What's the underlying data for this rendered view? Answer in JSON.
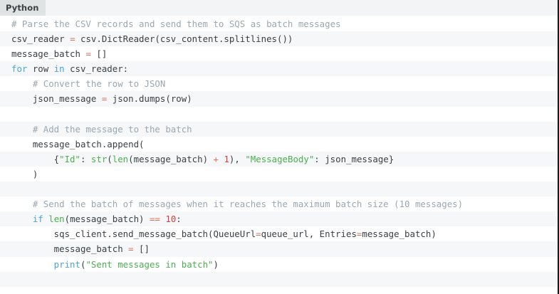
{
  "header": {
    "language_label": "Python"
  },
  "colors": {
    "background": "#ffffff",
    "stripe": "#f6f7f8",
    "header_bar": "#f3f4f5",
    "tab_bg": "#dfe3e4",
    "plain_text": "#3a3f44",
    "comment": "#9aa7b2",
    "keyword": "#4aa3dc",
    "builtin": "#4caf50",
    "string": "#4caf50",
    "number": "#e03a3a",
    "operator": "#e0705a",
    "border": "#1a1a1a"
  },
  "code": {
    "language": "Python",
    "plain_text": "# Parse the CSV records and send them to SQS as batch messages\ncsv_reader = csv.DictReader(csv_content.splitlines())\nmessage_batch = []\nfor row in csv_reader:\n    # Convert the row to JSON\n    json_message = json.dumps(row)\n\n    # Add the message to the batch\n    message_batch.append(\n        {\"Id\": str(len(message_batch) + 1), \"MessageBody\": json_message}\n    )\n\n    # Send the batch of messages when it reaches the maximum batch size (10 messages)\n    if len(message_batch) == 10:\n        sqs_client.send_message_batch(QueueUrl=queue_url, Entries=message_batch)\n        message_batch = []\n        print(\"Sent messages in batch\")",
    "lines": [
      {
        "n": 1,
        "tokens": [
          {
            "t": "comment",
            "s": "# Parse the CSV records and send them to SQS as batch messages"
          }
        ]
      },
      {
        "n": 2,
        "tokens": [
          {
            "t": "plain",
            "s": "csv_reader "
          },
          {
            "t": "op",
            "s": "="
          },
          {
            "t": "plain",
            "s": " csv.DictReader(csv_content.splitlines())"
          }
        ]
      },
      {
        "n": 3,
        "tokens": [
          {
            "t": "plain",
            "s": "message_batch "
          },
          {
            "t": "op",
            "s": "="
          },
          {
            "t": "plain",
            "s": " []"
          }
        ]
      },
      {
        "n": 4,
        "tokens": [
          {
            "t": "keyword",
            "s": "for"
          },
          {
            "t": "plain",
            "s": " row "
          },
          {
            "t": "keyword",
            "s": "in"
          },
          {
            "t": "plain",
            "s": " csv_reader:"
          }
        ]
      },
      {
        "n": 5,
        "tokens": [
          {
            "t": "comment",
            "s": "    # Convert the row to JSON"
          }
        ]
      },
      {
        "n": 6,
        "tokens": [
          {
            "t": "plain",
            "s": "    json_message "
          },
          {
            "t": "op",
            "s": "="
          },
          {
            "t": "plain",
            "s": " json.dumps(row)"
          }
        ]
      },
      {
        "n": 7,
        "tokens": [
          {
            "t": "plain",
            "s": ""
          }
        ]
      },
      {
        "n": 8,
        "tokens": [
          {
            "t": "comment",
            "s": "    # Add the message to the batch"
          }
        ]
      },
      {
        "n": 9,
        "tokens": [
          {
            "t": "plain",
            "s": "    message_batch.append("
          }
        ]
      },
      {
        "n": 10,
        "tokens": [
          {
            "t": "plain",
            "s": "        {"
          },
          {
            "t": "string",
            "s": "\"Id\""
          },
          {
            "t": "plain",
            "s": ": "
          },
          {
            "t": "builtin",
            "s": "str"
          },
          {
            "t": "plain",
            "s": "("
          },
          {
            "t": "builtin",
            "s": "len"
          },
          {
            "t": "plain",
            "s": "(message_batch) "
          },
          {
            "t": "op",
            "s": "+"
          },
          {
            "t": "plain",
            "s": " "
          },
          {
            "t": "number",
            "s": "1"
          },
          {
            "t": "plain",
            "s": "), "
          },
          {
            "t": "string",
            "s": "\"MessageBody\""
          },
          {
            "t": "plain",
            "s": ": json_message}"
          }
        ]
      },
      {
        "n": 11,
        "tokens": [
          {
            "t": "plain",
            "s": "    )"
          }
        ]
      },
      {
        "n": 12,
        "tokens": [
          {
            "t": "plain",
            "s": ""
          }
        ]
      },
      {
        "n": 13,
        "tokens": [
          {
            "t": "comment",
            "s": "    # Send the batch of messages when it reaches the maximum batch size (10 messages)"
          }
        ]
      },
      {
        "n": 14,
        "tokens": [
          {
            "t": "plain",
            "s": "    "
          },
          {
            "t": "keyword",
            "s": "if"
          },
          {
            "t": "plain",
            "s": " "
          },
          {
            "t": "builtin",
            "s": "len"
          },
          {
            "t": "plain",
            "s": "(message_batch) "
          },
          {
            "t": "op",
            "s": "=="
          },
          {
            "t": "plain",
            "s": " "
          },
          {
            "t": "number",
            "s": "10"
          },
          {
            "t": "plain",
            "s": ":"
          }
        ]
      },
      {
        "n": 15,
        "tokens": [
          {
            "t": "plain",
            "s": "        sqs_client.send_message_batch(QueueUrl"
          },
          {
            "t": "op",
            "s": "="
          },
          {
            "t": "plain",
            "s": "queue_url, Entries"
          },
          {
            "t": "op",
            "s": "="
          },
          {
            "t": "plain",
            "s": "message_batch)"
          }
        ]
      },
      {
        "n": 16,
        "tokens": [
          {
            "t": "plain",
            "s": "        message_batch "
          },
          {
            "t": "op",
            "s": "="
          },
          {
            "t": "plain",
            "s": " []"
          }
        ]
      },
      {
        "n": 17,
        "tokens": [
          {
            "t": "func",
            "s": "        print"
          },
          {
            "t": "plain",
            "s": "("
          },
          {
            "t": "string",
            "s": "\"Sent messages in batch\""
          },
          {
            "t": "plain",
            "s": ")"
          }
        ]
      },
      {
        "n": 18,
        "tokens": [
          {
            "t": "plain",
            "s": ""
          }
        ]
      }
    ]
  }
}
